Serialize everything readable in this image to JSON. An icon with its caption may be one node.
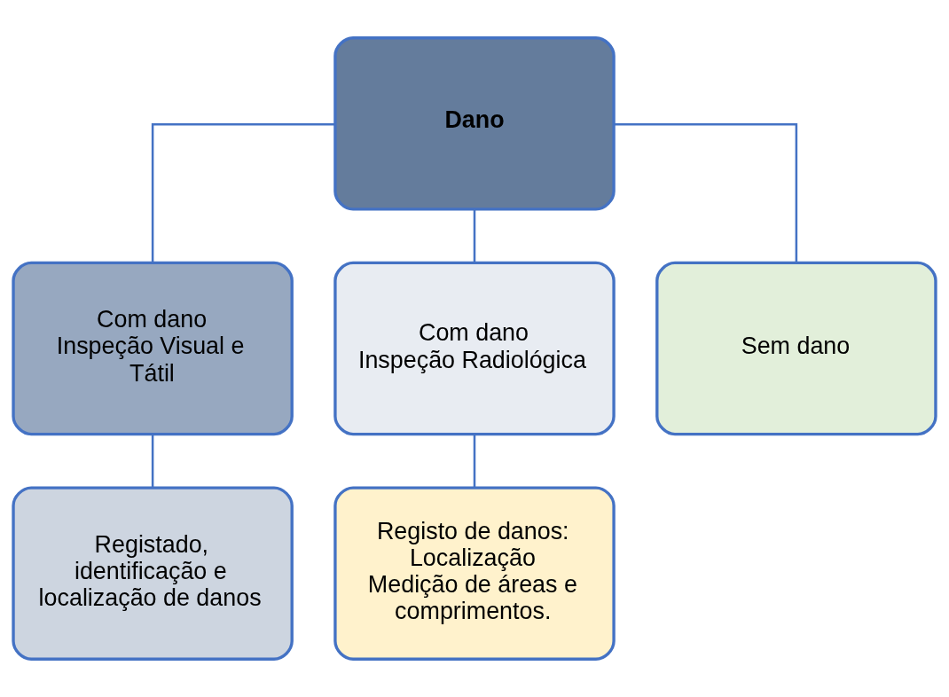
{
  "diagram": {
    "nodes": [
      {
        "text": [
          "Dano"
        ]
      },
      {
        "text": [
          "Com dano",
          "Inspeção Visual e Tátil"
        ]
      },
      {
        "text": [
          "Com dano",
          "Inspeção Radiológica"
        ]
      },
      {
        "text": [
          "Sem dano"
        ]
      },
      {
        "text": [
          "Registado, identificação e localização de danos"
        ]
      },
      {
        "text": [
          "Registo de danos:",
          "Localização",
          "Medição de áreas e comprimentos."
        ]
      }
    ],
    "edges": [
      {
        "from": 0,
        "to": 1,
        "arrow": "none"
      },
      {
        "from": 0,
        "to": 2,
        "arrow": "none"
      },
      {
        "from": 0,
        "to": 3,
        "arrow": "none"
      },
      {
        "from": 1,
        "to": 4,
        "arrow": "none"
      },
      {
        "from": 2,
        "to": 5,
        "arrow": "none"
      }
    ]
  }
}
